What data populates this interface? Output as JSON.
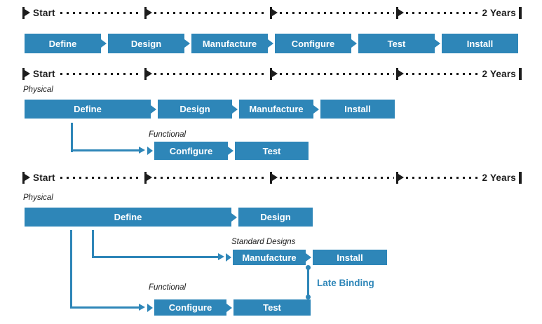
{
  "colors": {
    "accent": "#2E86B8",
    "ink": "#1C1C1C"
  },
  "timeline": {
    "start_label": "Start",
    "end_label": "2 Years"
  },
  "process_row": {
    "boxes": [
      "Define",
      "Design",
      "Manufacture",
      "Configure",
      "Test",
      "Install"
    ]
  },
  "scenario2": {
    "physical_label": "Physical",
    "physical_boxes": [
      "Define",
      "Design",
      "Manufacture",
      "Install"
    ],
    "functional_label": "Functional",
    "functional_boxes": [
      "Configure",
      "Test"
    ]
  },
  "scenario3": {
    "physical_label": "Physical",
    "physical_boxes": [
      "Define",
      "Design"
    ],
    "standard_designs_label": "Standard Designs",
    "standard_designs_boxes": [
      "Manufacture",
      "Install"
    ],
    "functional_label": "Functional",
    "functional_boxes": [
      "Configure",
      "Test"
    ],
    "late_binding_label": "Late Binding"
  },
  "icons": {
    "milestone_marker": "bar-with-right-triangle",
    "timeline_end": "vertical-bar",
    "chevron_separator": "right-triangle",
    "flow_arrow": "elbow-arrow-right",
    "binding_dot": "filled-circle"
  }
}
